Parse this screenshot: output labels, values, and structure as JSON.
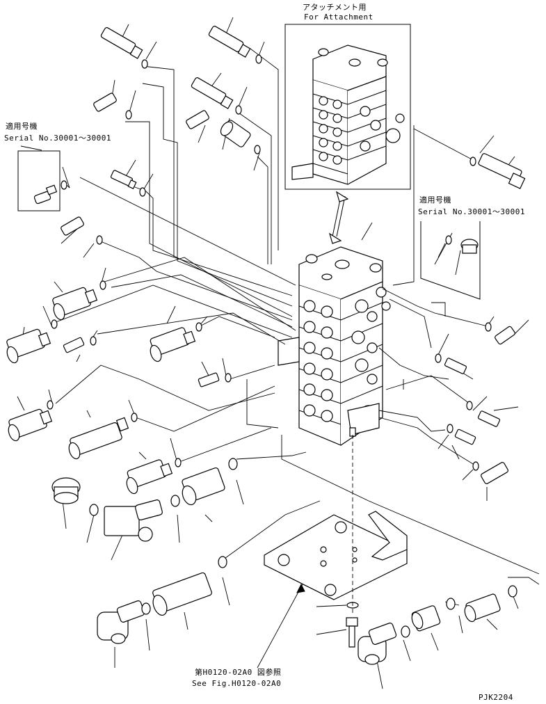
{
  "labels": {
    "attachment_jp": "アタッチメント用",
    "attachment_en": "For Attachment",
    "serial_left_jp": "適用号機",
    "serial_left_en": "Serial No.30001～30001",
    "serial_right_jp": "適用号機",
    "serial_right_en": "Serial No.30001～30001",
    "see_fig_jp": "第H0120-02A0 図参照",
    "see_fig_en": "See Fig.H0120-02A0",
    "drawing_code": "PJK2204"
  }
}
